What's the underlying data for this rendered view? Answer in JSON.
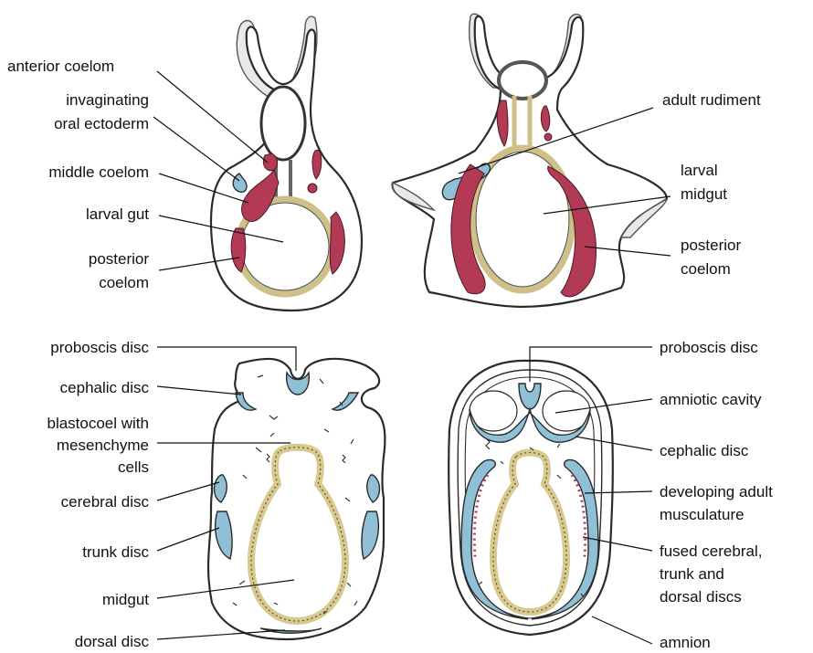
{
  "labels": {
    "anterior_coelom": "anterior coelom",
    "invaginating_1": "invaginating",
    "invaginating_2": "oral ectoderm",
    "middle_coelom": "middle coelom",
    "larval_gut": "larval gut",
    "posterior_coelom_left_1": "posterior",
    "posterior_coelom_left_2": "coelom",
    "adult_rudiment": "adult rudiment",
    "larval_midgut_1": "larval",
    "larval_midgut_2": "midgut",
    "posterior_coelom_right_1": "posterior",
    "posterior_coelom_right_2": "coelom",
    "proboscis_disc_left": "proboscis disc",
    "cephalic_disc_left": "cephalic disc",
    "blastocoel_1": "blastocoel with",
    "blastocoel_2": "mesenchyme",
    "blastocoel_3": "cells",
    "cerebral_disc": "cerebral disc",
    "trunk_disc": "trunk disc",
    "midgut": "midgut",
    "dorsal_disc": "dorsal disc",
    "proboscis_disc_right": "proboscis disc",
    "amniotic_cavity": "amniotic cavity",
    "cephalic_disc_right": "cephalic disc",
    "developing_1": "developing adult",
    "developing_2": "musculature",
    "fused_1": "fused cerebral,",
    "fused_2": "trunk and",
    "fused_3": "dorsal discs",
    "amnion": "amnion"
  },
  "colors": {
    "coelom": "#b23a55",
    "imaginal_disc": "#8fc0d6",
    "gut": "#cfc08a",
    "cilia": "#e9e9e9"
  }
}
